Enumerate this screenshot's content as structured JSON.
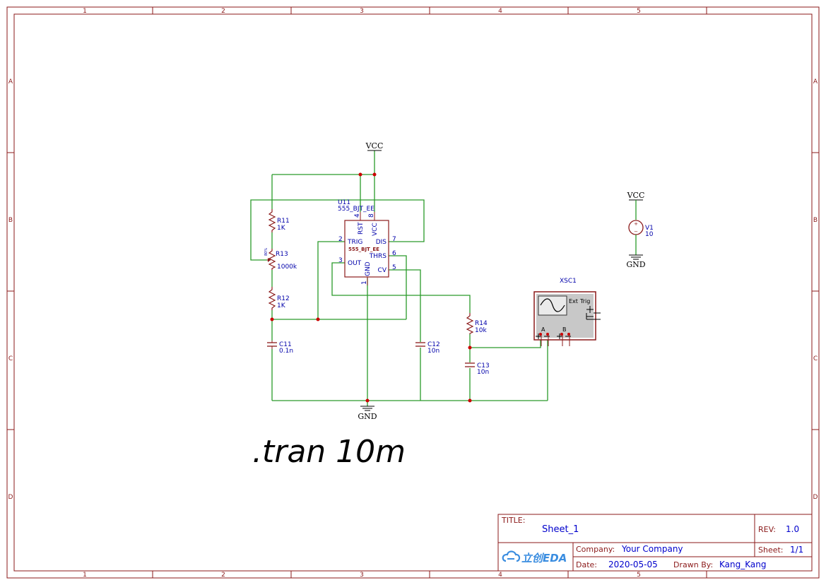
{
  "frame": {
    "columns": [
      "1",
      "2",
      "3",
      "4",
      "5"
    ],
    "rows": [
      "A",
      "B",
      "C",
      "D"
    ]
  },
  "components": {
    "u11": {
      "designator": "U11",
      "part": "555_BJT_EE",
      "body_label": "555_BJT_EE",
      "pins": {
        "rst": "RST",
        "vcc": "VCC",
        "trig": "TRIG",
        "dis": "DIS",
        "thrs": "THRS",
        "out": "OUT",
        "cv": "CV",
        "gnd": "GND",
        "n4": "4",
        "n8": "8",
        "n2": "2",
        "n7": "7",
        "n6": "6",
        "n3": "3",
        "n5": "5",
        "n1": "1"
      }
    },
    "r11": {
      "designator": "R11",
      "value": "1K"
    },
    "r13": {
      "designator": "R13",
      "value": "1000k",
      "wiper": "80%"
    },
    "r12": {
      "designator": "R12",
      "value": "1K"
    },
    "c11": {
      "designator": "C11",
      "value": "0.1n"
    },
    "c12": {
      "designator": "C12",
      "value": "10n"
    },
    "r14": {
      "designator": "R14",
      "value": "10k"
    },
    "c13": {
      "designator": "C13",
      "value": "10n"
    },
    "v1": {
      "designator": "V1",
      "value": "10"
    },
    "xsc1": {
      "designator": "XSC1",
      "ext": "Ext",
      "trig": "Trig",
      "a": "A",
      "b": "B"
    }
  },
  "nets": {
    "vcc_main": "VCC",
    "vcc_source": "VCC",
    "gnd_main": "GND",
    "gnd_source": "GND"
  },
  "directive": ".tran 10m",
  "title_block": {
    "title_label": "TITLE:",
    "title": "Sheet_1",
    "rev_label": "REV:",
    "rev": "1.0",
    "company_label": "Company:",
    "company": "Your Company",
    "sheet_label": "Sheet:",
    "sheet": "1/1",
    "date_label": "Date:",
    "date": "2020-05-05",
    "drawn_label": "Drawn By:",
    "drawn": "Kang_Kang",
    "logo_text": "立创EDA"
  },
  "colors": {
    "wire": "#2a9a2a",
    "component": "#8b1a1a",
    "label": "#0000aa",
    "junction": "#cc0000"
  }
}
